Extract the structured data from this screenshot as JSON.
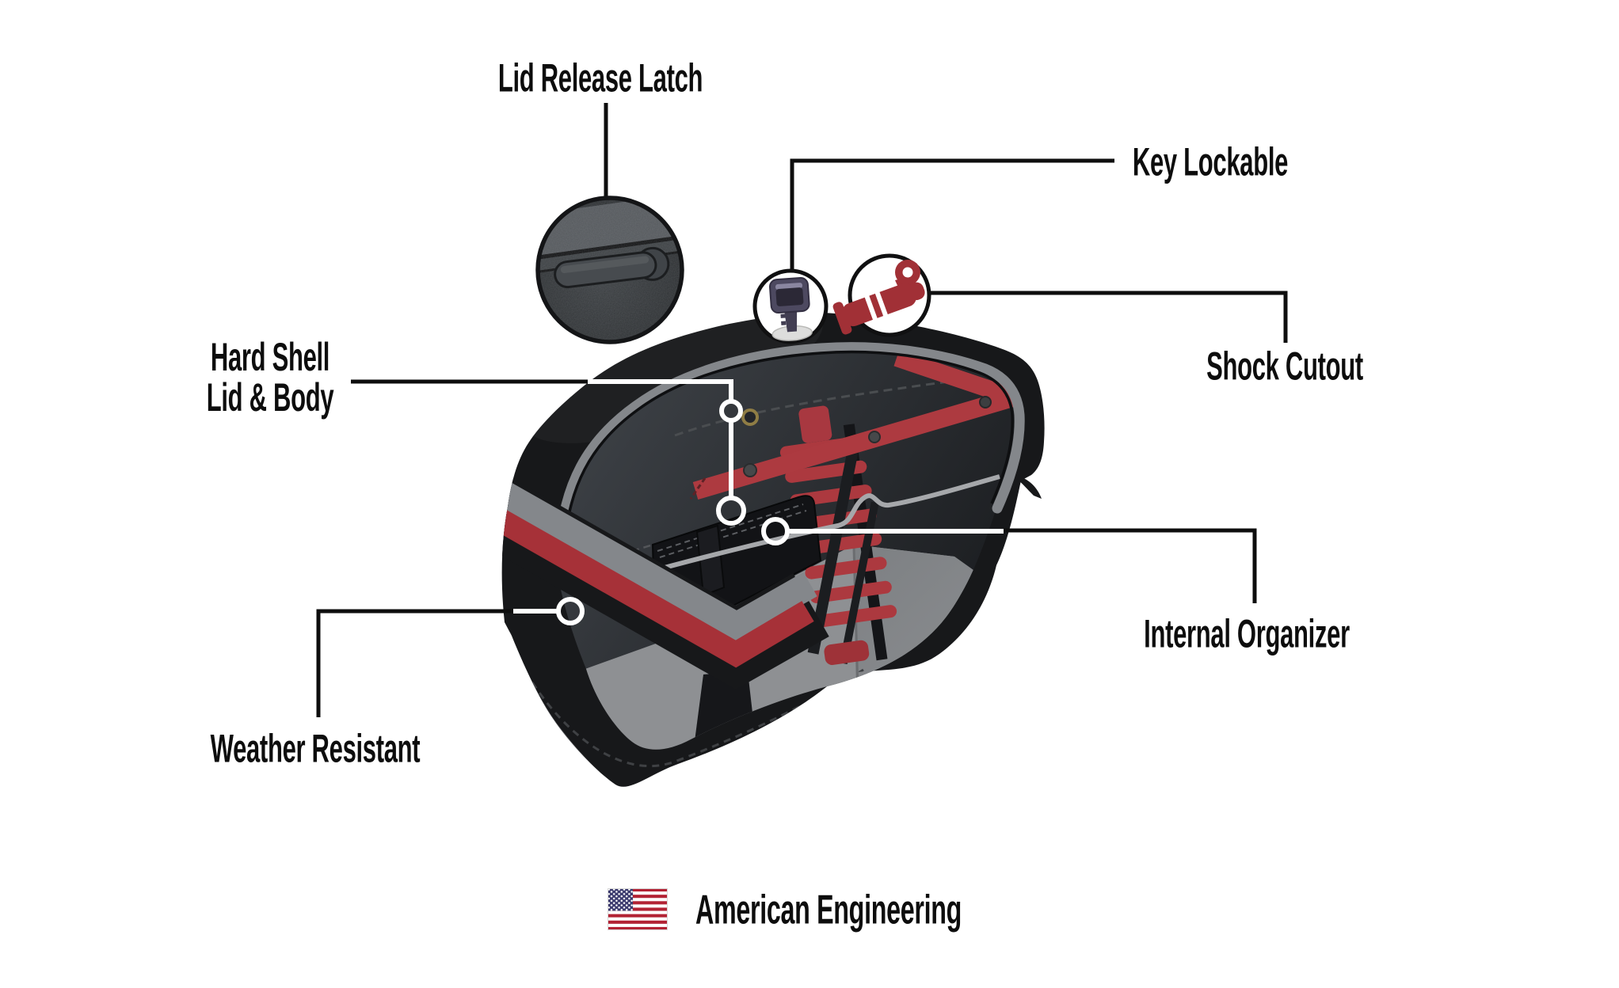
{
  "page": {
    "type": "product-feature-infographic",
    "subject": "hard-shell motorcycle saddlebag, cutaway view with feature callouts"
  },
  "labels": {
    "lid_release_latch": "Lid Release Latch",
    "key_lockable": "Key Lockable",
    "shock_cutout": "Shock Cutout",
    "hard_shell_line1": "Hard Shell",
    "hard_shell_line2": "Lid & Body",
    "internal_organizer": "Internal Organizer",
    "weather_resistant": "Weather Resistant",
    "american_engineering": "American Engineering"
  },
  "icons": [
    {
      "name": "lid-latch-detail-icon",
      "meaning": "magnified close-up of the lid release latch lever"
    },
    {
      "name": "key-icon",
      "meaning": "key inserted in lock (key lockable feature)"
    },
    {
      "name": "shock-absorber-icon",
      "meaning": "motorcycle shock absorber (shock cutout feature)"
    },
    {
      "name": "us-flag-icon",
      "meaning": "United States flag (american engineering)"
    }
  ],
  "colors": {
    "label_text": "#0d0d0d",
    "bag_black": "#17181a",
    "interior_dark": "#2e3237",
    "rim_gray": "#84878b",
    "floor_gray": "#8e9093",
    "accent_red": "#a63138",
    "icon_red": "#a13036",
    "key_purple": "#4d4960",
    "flag_red": "#b22234",
    "flag_blue": "#3c3b6e",
    "connector_black": "#0e0e0e",
    "connector_white": "#ffffff"
  }
}
